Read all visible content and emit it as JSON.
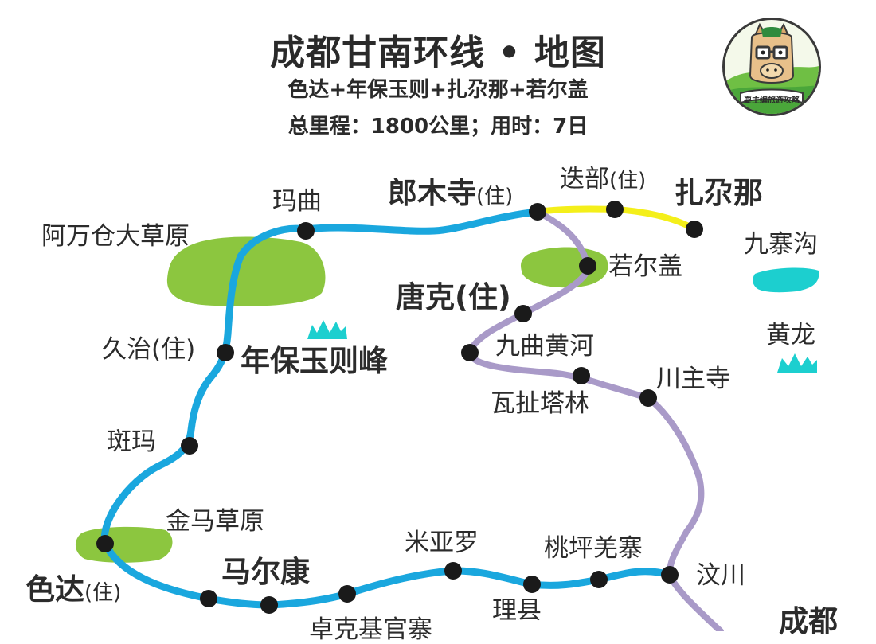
{
  "header": {
    "title": "成都甘南环线 • 地图",
    "subtitle": "色达+年保玉则+扎尕那+若尔盖",
    "summary": "总里程：1800公里；用时：7日"
  },
  "logo": {
    "text": "耍主编旅游攻略",
    "icon": "cartoon-horse-avatar"
  },
  "colors": {
    "route_blue": "#1aa7de",
    "route_purple": "#a99ac8",
    "route_yellow": "#f4ef1a",
    "grassland_green": "#8cc63f",
    "lake_teal": "#1ccfcf"
  },
  "places": {
    "langmusi": {
      "name": "郎木寺",
      "note": "(住)"
    },
    "diebu": {
      "name": "迭部",
      "note": "(住)"
    },
    "zhagana": {
      "name": "扎尕那"
    },
    "maqu": {
      "name": "玛曲"
    },
    "awancang": {
      "name": "阿万仓大草原"
    },
    "zoige": {
      "name": "若尔盖"
    },
    "jiuzhaigou": {
      "name": "九寨沟"
    },
    "tangke": {
      "name": "唐克(住)"
    },
    "jiuqu_yellow_river": {
      "name": "九曲黄河"
    },
    "huanglong": {
      "name": "黄龙"
    },
    "jiuzhi": {
      "name": "久治(住)"
    },
    "nianbaoyuze": {
      "name": "年保玉则峰"
    },
    "chuanzhusi": {
      "name": "川主寺"
    },
    "wazhata": {
      "name": "瓦扯塔林"
    },
    "banma": {
      "name": "斑玛"
    },
    "jinma_grassland": {
      "name": "金马草原"
    },
    "seda": {
      "name": "色达",
      "note": "(住)"
    },
    "maerkang": {
      "name": "马尔康"
    },
    "miyaluo": {
      "name": "米亚罗"
    },
    "taoping": {
      "name": "桃坪羌寨"
    },
    "wenchuan": {
      "name": "汶川"
    },
    "lixian": {
      "name": "理县"
    },
    "chengdu": {
      "name": "成都"
    },
    "zhuokeji": {
      "name": "卓克基官寨"
    }
  }
}
